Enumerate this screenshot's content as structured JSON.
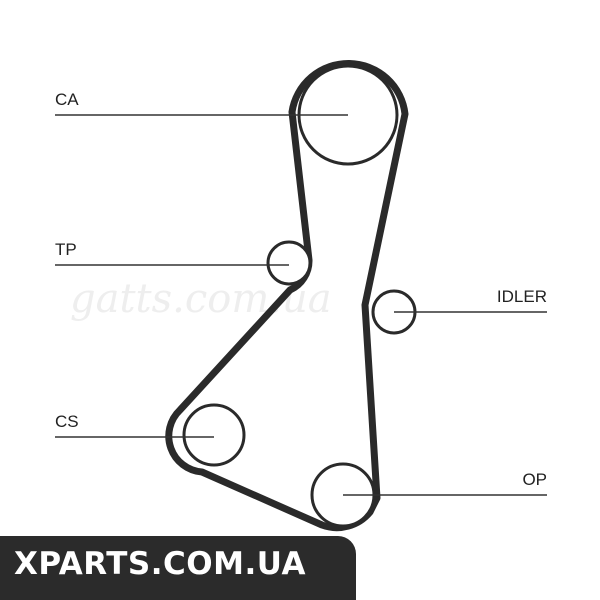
{
  "labels": {
    "ca": "CA",
    "tp": "TP",
    "idler": "IDLER",
    "cs": "CS",
    "op": "OP"
  },
  "watermark": {
    "faint_brand": "gatts.com.ua",
    "banner": "XPARTS.COM.UA"
  },
  "colors": {
    "belt": "#2a2a2a",
    "pulley": "#2a2a2a",
    "leader": "#333333",
    "banner_bg": "#2b2b2b",
    "banner_text": "#ffffff"
  }
}
